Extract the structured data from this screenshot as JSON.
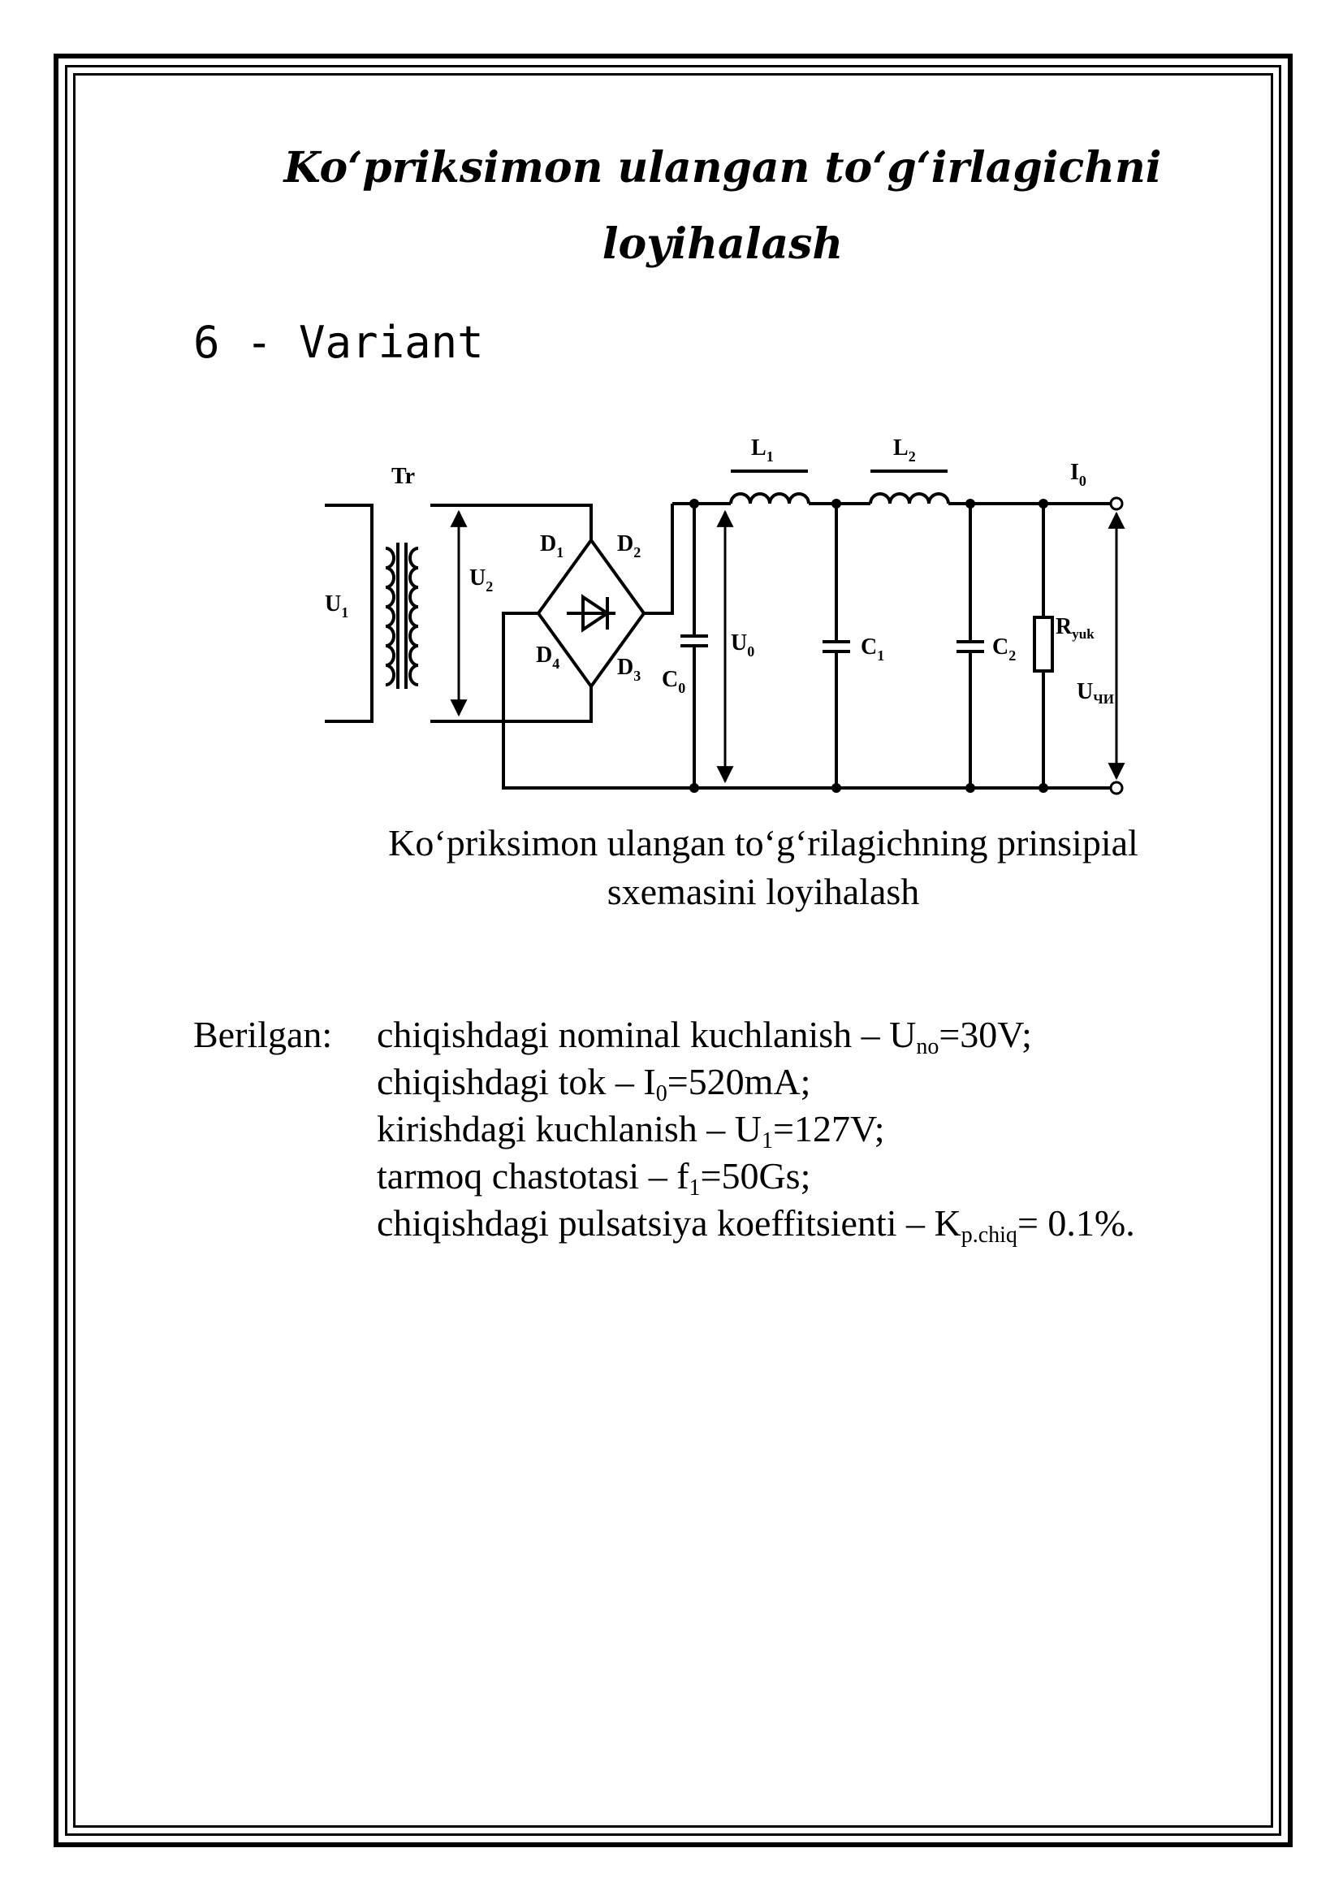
{
  "page": {
    "title_line1": "Ko‘priksimon ulangan to‘g‘irlagichni",
    "title_line2": "loyihalash",
    "variant": "6 - Variant"
  },
  "schematic": {
    "labels": {
      "tr": "Tr",
      "u1": "U",
      "u1_sub": "1",
      "u2": "U",
      "u2_sub": "2",
      "d1": "D",
      "d1_sub": "1",
      "d2": "D",
      "d2_sub": "2",
      "d3": "D",
      "d3_sub": "3",
      "d4": "D",
      "d4_sub": "4",
      "c0": "C",
      "c0_sub": "0",
      "u0": "U",
      "u0_sub": "0",
      "l1": "L",
      "l1_sub": "1",
      "l2": "L",
      "l2_sub": "2",
      "c1": "C",
      "c1_sub": "1",
      "c2": "C",
      "c2_sub": "2",
      "i0": "I",
      "i0_sub": "0",
      "ryuk": "R",
      "ryuk_sub": "yuk",
      "uchiq": "U",
      "uchiq_sub": "ЧИ"
    }
  },
  "caption": {
    "line1": "Ko‘priksimon ulangan to‘g‘rilagichning prinsipial",
    "line2": "sxemasini loyihalash"
  },
  "given": {
    "label": "Berilgan:",
    "items": [
      {
        "text": "chiqishdagi nominal kuchlanish – U",
        "sub": "no",
        "tail": "=30V;"
      },
      {
        "text": "chiqishdagi tok – I",
        "sub": "0",
        "tail": "=520mA;"
      },
      {
        "text": "kirishdagi kuchlanish – U",
        "sub": "1",
        "tail": "=127V;"
      },
      {
        "text": "tarmoq chastotasi – f",
        "sub": "1",
        "tail": "=50Gs;"
      },
      {
        "text": "chiqishdagi pulsatsiya koeffitsienti – K",
        "sub": "p.chiq",
        "tail": "= 0.1%."
      }
    ]
  }
}
